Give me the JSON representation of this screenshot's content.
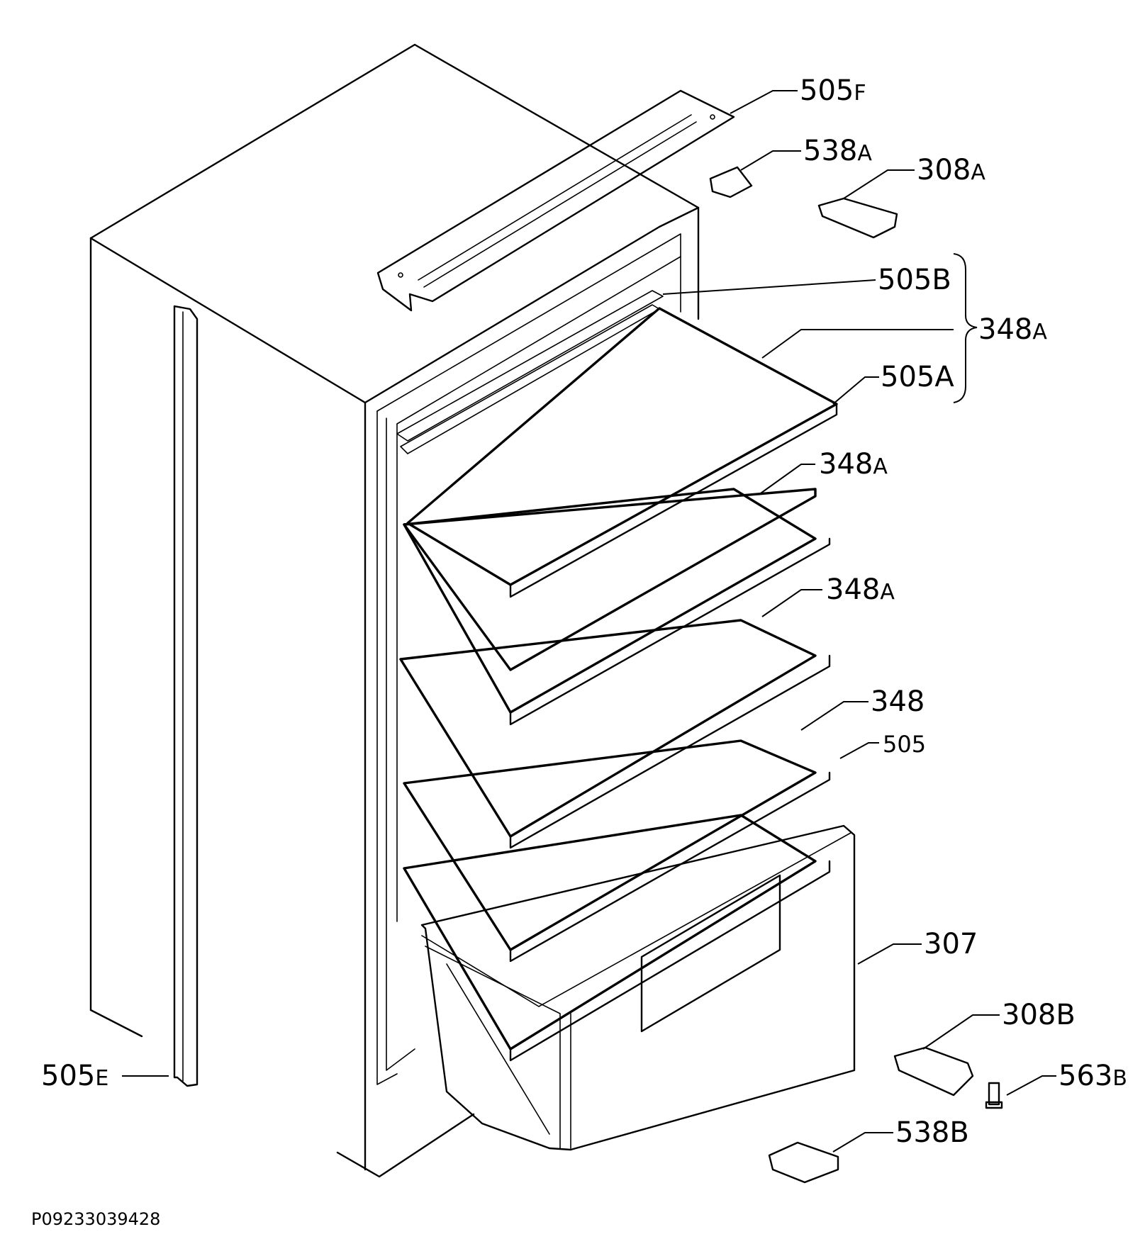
{
  "labels": {
    "p505F": {
      "main": "505",
      "suffix": "F"
    },
    "p538A": {
      "main": "538",
      "suffix": "A"
    },
    "p308A": {
      "main": "308",
      "suffix": "A"
    },
    "p505B": {
      "main": "505B",
      "suffix": ""
    },
    "p348A_group": {
      "main": "348",
      "suffix": "A"
    },
    "p505A": {
      "main": "505A",
      "suffix": ""
    },
    "p348A_2": {
      "main": "348",
      "suffix": "A"
    },
    "p348A_3": {
      "main": "348",
      "suffix": "A"
    },
    "p348": {
      "main": "348",
      "suffix": ""
    },
    "p505": {
      "main": "505",
      "suffix": ""
    },
    "p307": {
      "main": "307",
      "suffix": ""
    },
    "p308B": {
      "main": "308B",
      "suffix": ""
    },
    "p563B": {
      "main": "563",
      "suffix": "B"
    },
    "p538B": {
      "main": "538B",
      "suffix": ""
    },
    "p505E": {
      "main": "505",
      "suffix": "E"
    }
  },
  "drawing_code": "P09233039428"
}
